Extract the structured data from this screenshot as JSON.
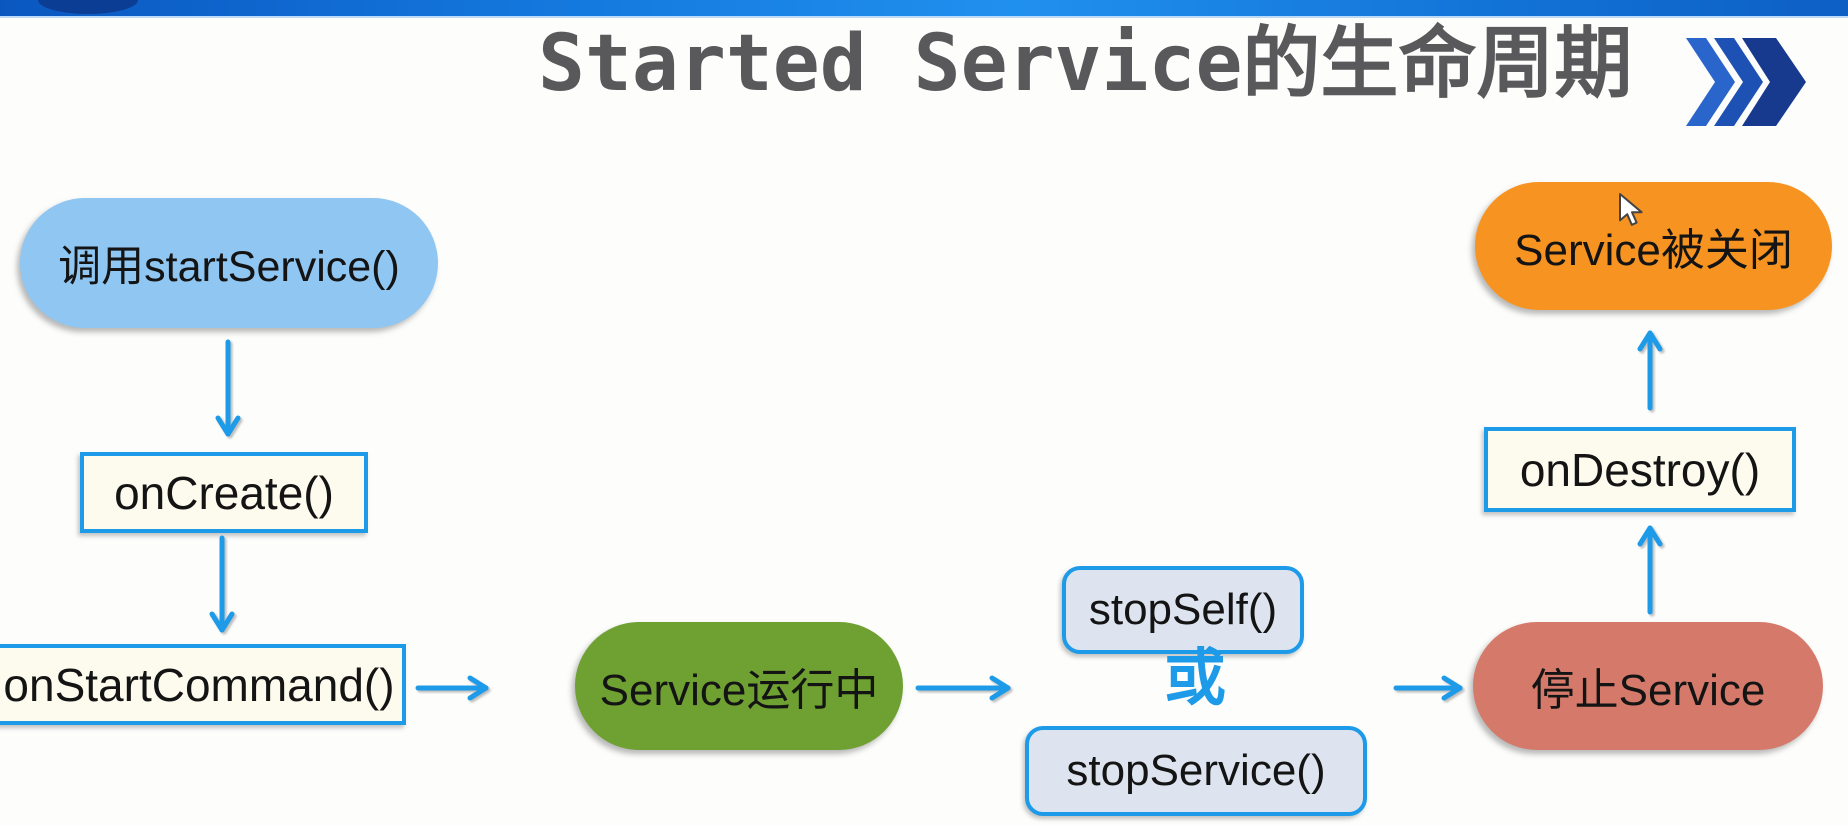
{
  "title": {
    "text": "Started Service的生命周期",
    "color": "#59595b",
    "chevron_icon": "triple-chevron-right",
    "chevron_colors": [
      "#2a65cc",
      "#1e51b4",
      "#17398e"
    ]
  },
  "topbar": {
    "accent_color": "#1478dd"
  },
  "diagram": {
    "arrow_color": "#1e9be8",
    "nodes": {
      "call_start_service": {
        "label": "调用startService()",
        "shape": "pill",
        "bg": "#8fc6f2"
      },
      "on_create": {
        "label": "onCreate()",
        "shape": "rect",
        "bg": "#fdfbee",
        "border": "#1e9be8"
      },
      "on_start_command": {
        "label": "onStartCommand()",
        "shape": "rect",
        "bg": "#fdfbee",
        "border": "#1e9be8"
      },
      "service_running": {
        "label": "Service运行中",
        "shape": "pill",
        "bg": "#6fa032"
      },
      "stop_self": {
        "label": "stopSelf()",
        "shape": "rounded-rect",
        "bg": "#dde4f0",
        "border": "#1e9be8"
      },
      "or_label": {
        "label": "或",
        "color": "#1e9be8"
      },
      "stop_service_call": {
        "label": "stopService()",
        "shape": "rounded-rect",
        "bg": "#dde4f0",
        "border": "#1e9be8"
      },
      "stop_service_state": {
        "label": "停止Service",
        "shape": "pill",
        "bg": "#d57a6a"
      },
      "on_destroy": {
        "label": "onDestroy()",
        "shape": "rect",
        "bg": "#fdfbee",
        "border": "#1e9be8"
      },
      "service_closed": {
        "label": "Service被关闭",
        "shape": "pill",
        "bg": "#f79421"
      }
    },
    "edges": [
      {
        "from": "call_start_service",
        "to": "on_create"
      },
      {
        "from": "on_create",
        "to": "on_start_command"
      },
      {
        "from": "on_start_command",
        "to": "service_running"
      },
      {
        "from": "service_running",
        "to": "stop_self / stop_service_call"
      },
      {
        "from": "stop_self / stop_service_call",
        "to": "stop_service_state"
      },
      {
        "from": "stop_service_state",
        "to": "on_destroy"
      },
      {
        "from": "on_destroy",
        "to": "service_closed"
      }
    ]
  },
  "cursor": {
    "type": "arrow-pointer"
  }
}
